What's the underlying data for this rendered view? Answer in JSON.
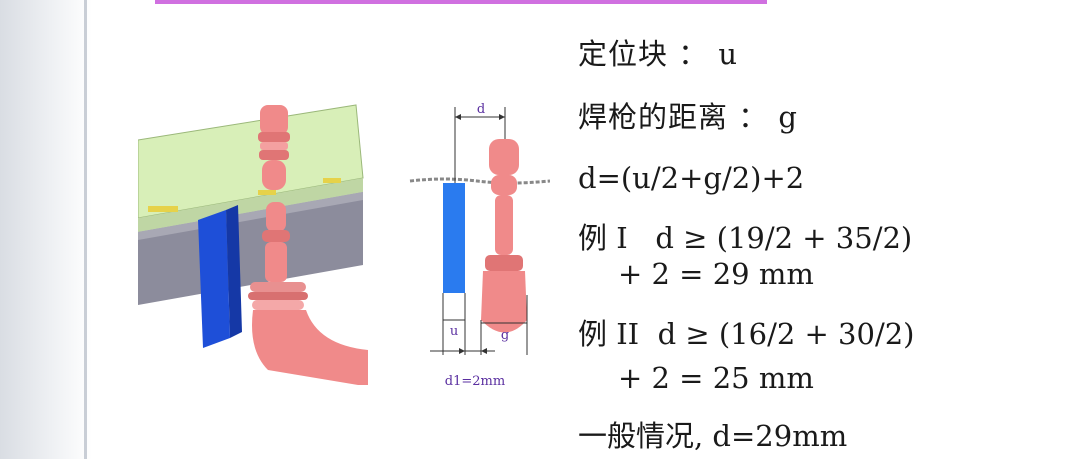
{
  "diagram_labels": {
    "d": "d",
    "u": "u",
    "g": "g",
    "d1": "d1=2mm"
  },
  "formulas": {
    "locating_block": "定位块 ： u",
    "gun_distance": "焊枪的距离 ： g",
    "formula": "d=(u/2+g/2)+2",
    "example1_line1": "例 I   d ≥ (19/2 + 35/2)",
    "example1_line2": "+ 2 = 29 mm",
    "example2_line1": "例 II  d ≥ (16/2 + 30/2)",
    "example2_line2": "+ 2 = 25 mm",
    "general": "一般情况, d=29mm"
  },
  "colors": {
    "accent_bar": "#d070e0",
    "block_blue": "#1e4fd8",
    "block_light_blue": "#2a7bef",
    "gun_pink": "#f08a8a",
    "plate_green": "#d8efb8",
    "plate_gray": "#8c8c9c",
    "dimension_purple": "#5a2fa0"
  }
}
